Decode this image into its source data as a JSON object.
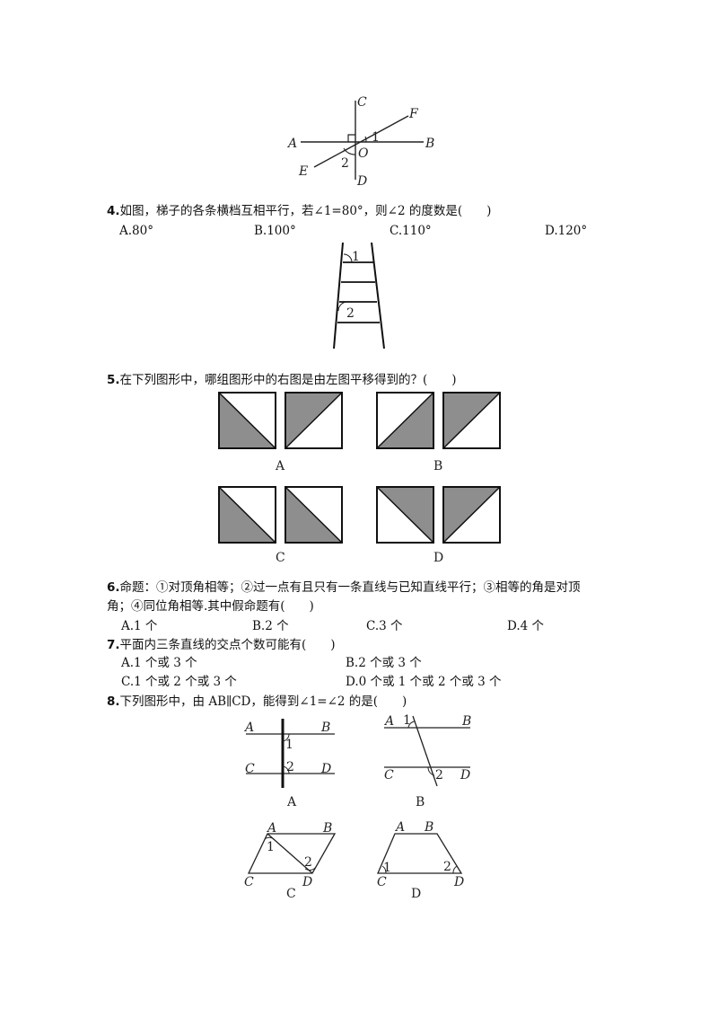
{
  "fig3": {
    "labels": {
      "A": "A",
      "B": "B",
      "C": "C",
      "D": "D",
      "E": "E",
      "F": "F",
      "O": "O",
      "one": "1",
      "two": "2"
    }
  },
  "q4": {
    "num": "4.",
    "text": "如图，梯子的各条横档互相平行，若∠1=80°，则∠2 的度数是(　　)",
    "options": [
      "A.80°",
      "B.100°",
      "C.110°",
      "D.120°"
    ],
    "fig": {
      "one": "1",
      "two": "2"
    }
  },
  "q5": {
    "num": "5.",
    "text": "在下列图形中，哪组图形中的右图是由左图平移得到的？(　　)",
    "captions": [
      "A",
      "B",
      "C",
      "D"
    ]
  },
  "q6": {
    "num": "6.",
    "line1": "命题：①对顶角相等；②过一点有且只有一条直线与已知直线平行；③相等的角是对顶",
    "line2": "角；④同位角相等.其中假命题有(　　)",
    "options": [
      "A.1 个",
      "B.2 个",
      "C.3 个",
      "D.4 个"
    ]
  },
  "q7": {
    "num": "7.",
    "text": "平面内三条直线的交点个数可能有(　　)",
    "options": [
      "A.1 个或 3 个",
      "B.2 个或 3 个",
      "C.1 个或 2 个或 3 个",
      "D.0 个或 1 个或 2 个或 3 个"
    ]
  },
  "q8": {
    "num": "8.",
    "text": "下列图形中，由 AB∥CD，能得到∠1=∠2 的是(　　)",
    "captions": [
      "A",
      "B",
      "C",
      "D"
    ],
    "fig": {
      "A": "A",
      "B": "B",
      "C": "C",
      "D": "D",
      "one": "1",
      "two": "2"
    }
  }
}
